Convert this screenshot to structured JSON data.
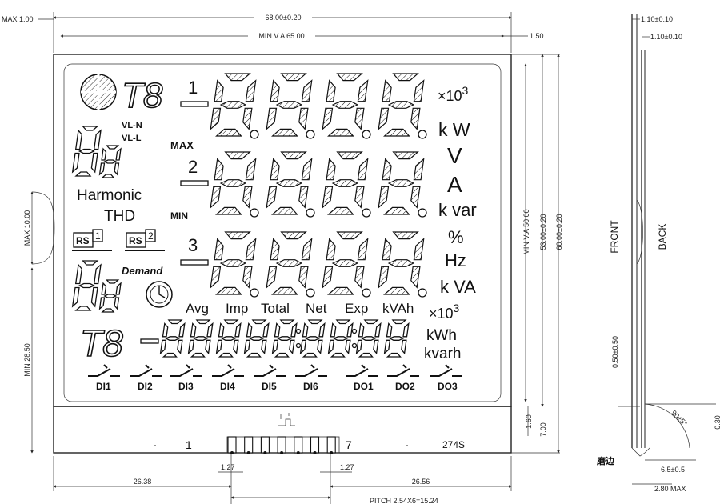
{
  "dimensions": {
    "top_width": "68.00±0.20",
    "view_area_width": "MIN V.A 65.00",
    "right_gap": "1.50",
    "left_max": "MAX 1.00",
    "pin_offset_height": "MAX 10.00",
    "view_area_height": "MIN V.A 50.00",
    "glass_height": "53.00±0.20",
    "total_height": "60.00±0.20",
    "lower_left": "MIN 28.50",
    "right_small_1": "1.60",
    "right_small_2": "7.00",
    "pin_width_left": "1.27",
    "pin_width_right": "1.27",
    "left_to_pin": "26.38",
    "pin_to_right": "26.56",
    "pitch": "PITCH 2.54X6=15.24"
  },
  "side_view": {
    "thickness_top_1": "1.10±0.10",
    "thickness_top_2": "1.10±0.10",
    "front_label": "FRONT",
    "back_label": "BACK",
    "offset": "0.50±0.50",
    "angle": "90±5°",
    "small": "0.30",
    "pin_len": "6.5±0.5",
    "max_thick": "2.80 MAX",
    "edge_note": "磨边"
  },
  "lcd": {
    "row1_num": "1",
    "row2_num": "2",
    "row3_num": "3",
    "vl_n": "VL-N",
    "vl_l": "VL-L",
    "max": "MAX",
    "min": "MIN",
    "harmonic": "Harmonic",
    "thd": "THD",
    "rs1": "RS",
    "rs1_n": "1",
    "rs2": "RS",
    "rs2_n": "2",
    "demand": "Demand",
    "x103_top": "×10",
    "x103_top_exp": "3",
    "kw": "k W",
    "v": "V",
    "a": "A",
    "kvar": "k var",
    "pct": "%",
    "hz": "Hz",
    "kva": "k VA",
    "avg": "Avg",
    "imp": "Imp",
    "total": "Total",
    "net": "Net",
    "exp": "Exp",
    "kvah": "kVAh",
    "x103_bot": "×10",
    "x103_bot_exp": "3",
    "kwh": "kWh",
    "kvarh": "kvarh",
    "io": [
      "DI1",
      "DI2",
      "DI3",
      "DI4",
      "DI5",
      "DI6",
      "DO1",
      "DO2",
      "DO3"
    ]
  },
  "pins": {
    "first": "1",
    "last": "7",
    "part": "274S"
  }
}
